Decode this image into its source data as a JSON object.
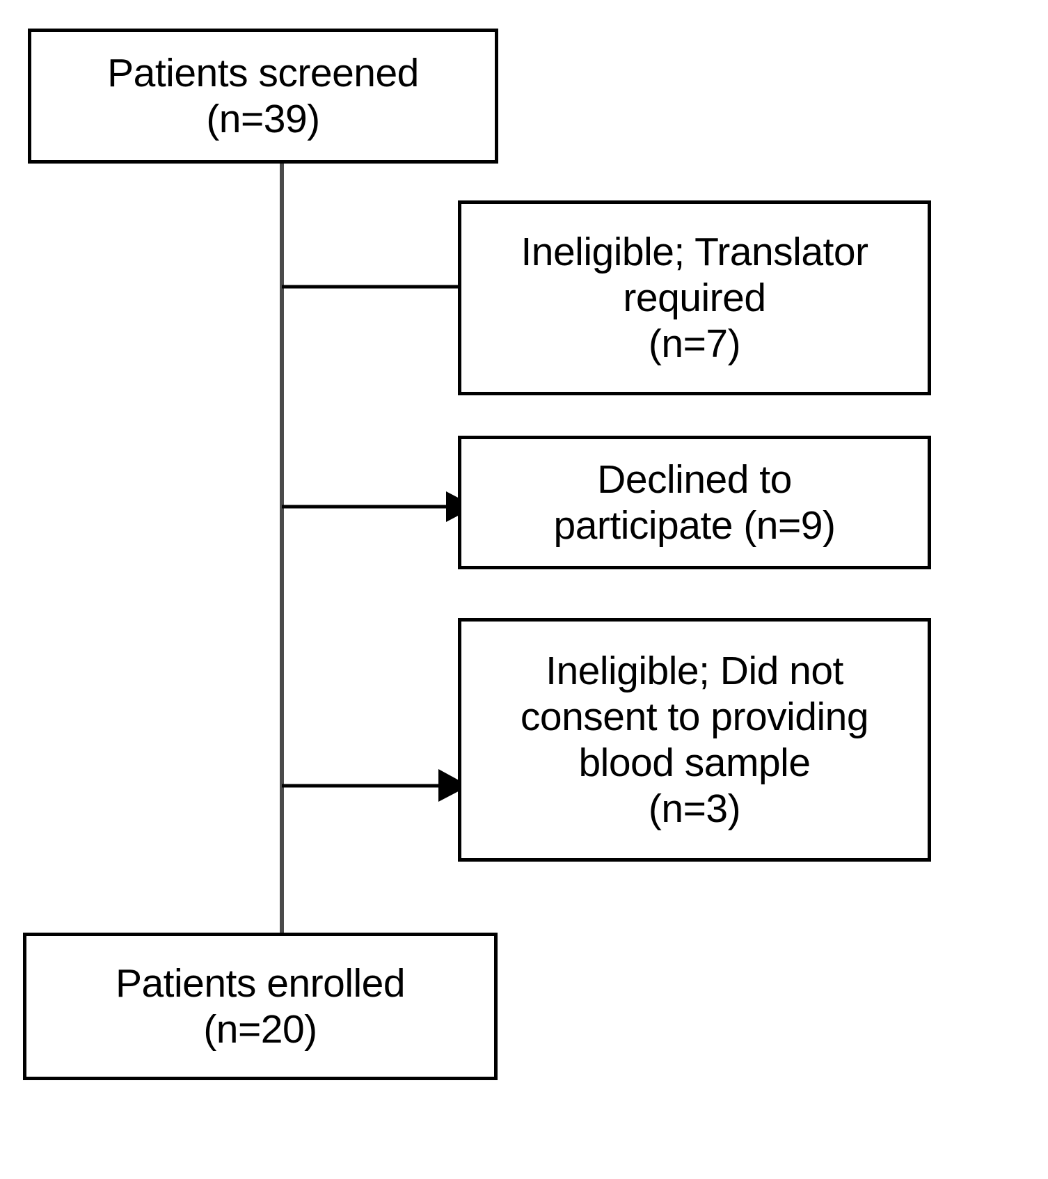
{
  "figure": {
    "type": "flowchart",
    "orientation": "vertical-with-right-branches",
    "background_color": "#ffffff",
    "line_color": "#000000",
    "box_border_color": "#000000",
    "box_fill_color": "#ffffff"
  },
  "nodes": {
    "screened": {
      "id": "patients-screened",
      "line1": "Patients screened",
      "line2": "(n=39)",
      "text": "Patients screened (n=39)",
      "count": 39
    },
    "ineligible_translator": {
      "id": "ineligible-translator-required",
      "line1": "Ineligible; Translator",
      "line2": "required",
      "line3": "(n=7)",
      "text": "Ineligible; Translator required (n=7)",
      "count": 7
    },
    "declined": {
      "id": "declined-to-participate",
      "line1": "Declined to",
      "line2": "participate (n=9)",
      "text": "Declined to participate (n=9)",
      "count": 9
    },
    "no_consent": {
      "id": "ineligible-no-blood-consent",
      "line1": "Ineligible; Did not",
      "line2": "consent to providing",
      "line3": "blood sample",
      "line4": "(n=3)",
      "text": "Ineligible; Did not consent to providing blood sample (n=3)",
      "count": 3
    },
    "enrolled": {
      "id": "patients-enrolled",
      "line1": "Patients enrolled",
      "line2": "(n=20)",
      "text": "Patients enrolled (n=20)",
      "count": 20
    }
  },
  "edges": [
    {
      "id": "screened-to-ineligible-translator",
      "from": "screened",
      "to": "ineligible_translator",
      "direction": "right",
      "arrowhead": "filled-triangle"
    },
    {
      "id": "screened-to-declined",
      "from": "screened",
      "to": "declined",
      "direction": "right",
      "arrowhead": "filled-triangle"
    },
    {
      "id": "screened-to-no-consent",
      "from": "screened",
      "to": "no_consent",
      "direction": "right",
      "arrowhead": "filled-triangle"
    },
    {
      "id": "screened-to-enrolled",
      "from": "screened",
      "to": "enrolled",
      "direction": "down",
      "arrowhead": "filled-triangle"
    }
  ]
}
